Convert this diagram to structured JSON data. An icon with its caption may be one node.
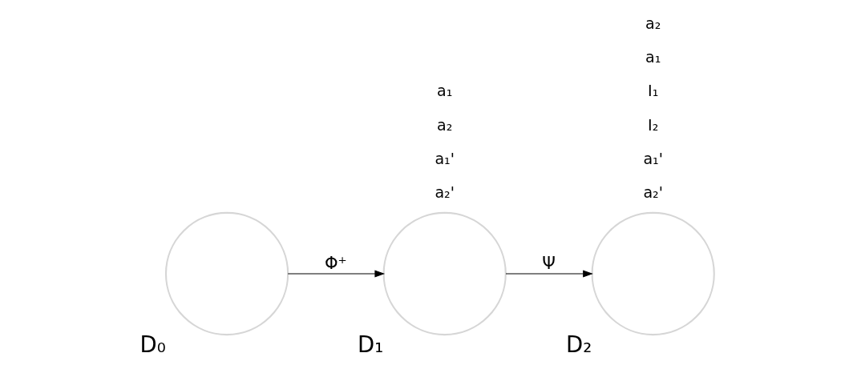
{
  "diagram": {
    "nodes": [
      {
        "text": [],
        "shape": "circle",
        "beside": [
          "D₀"
        ]
      },
      {
        "text": [],
        "shape": "circle",
        "beside": [
          "D₁"
        ]
      },
      {
        "text": [],
        "shape": "circle",
        "beside": [
          "D₂"
        ]
      }
    ],
    "edges": [
      {
        "from": 0,
        "to": 1,
        "arrow": "to",
        "label": "Φ⁺"
      },
      {
        "from": 1,
        "to": 2,
        "arrow": "to",
        "label": "Ψ"
      }
    ],
    "labels": [
      "a₂'",
      "a₁'",
      "a₂",
      "a₁",
      "a₂'",
      "a₁'",
      "I₂",
      "I₁",
      "a₁",
      "a₂"
    ]
  }
}
